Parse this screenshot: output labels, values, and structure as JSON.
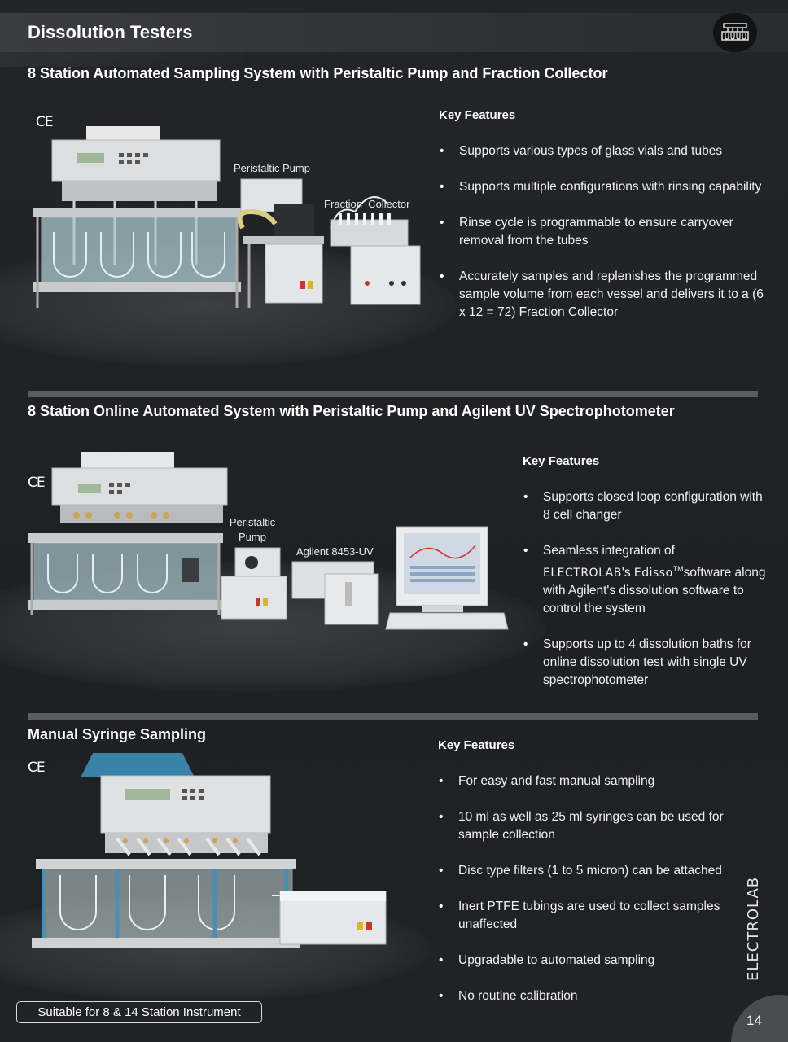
{
  "header": {
    "title": "Dissolution Testers",
    "logo_icon": "dissolution-bath-icon"
  },
  "sections": [
    {
      "title": "8 Station Automated Sampling System with Peristaltic Pump and Fraction  Collector",
      "ce_mark": "CE",
      "labels": {
        "pump": "Peristaltic Pump",
        "collector": "Fraction  Collector"
      },
      "key_features_title": "Key Features",
      "features": [
        "Supports various types of glass vials and tubes",
        "Supports multiple configurations with rinsing capability",
        "Rinse cycle is programmable to ensure carryover removal from the tubes",
        "Accurately samples and replenishes the programmed sample volume from each vessel and delivers it to a (6 x 12 = 72) Fraction  Collector"
      ]
    },
    {
      "title": "8 Station Online Automated System with Peristaltic Pump and Agilent UV Spectrophotometer",
      "ce_mark": "CE",
      "labels": {
        "pump": "Peristaltic Pump",
        "uv": "Agilent 8453-UV"
      },
      "key_features_title": "Key Features",
      "features": [
        "Supports closed loop configuration with 8 cell changer",
        "Supports up to 4 dissolution baths for online dissolution test with single UV spectrophotometer"
      ],
      "feature_integration": {
        "prefix": "Seamless integration of",
        "brand": "ELECTROLAB",
        "middle": "'s ",
        "product": "Edisso",
        "tm": "TM",
        "suffix": "software along with Agilent's dissolution software to control the system"
      }
    },
    {
      "title": "Manual Syringe Sampling",
      "ce_mark": "CE",
      "key_features_title": "Key Features",
      "features": [
        "For easy and fast manual sampling",
        "10 ml as well as 25 ml syringes can be used for sample collection",
        "Disc type filters (1 to 5 micron) can be attached",
        "Inert PTFE tubings are used to collect samples unaffected",
        "Upgradable to automated sampling",
        "No routine calibration"
      ],
      "badge": "Suitable for 8 & 14 Station Instrument"
    }
  ],
  "footer": {
    "page_number": "14",
    "brand": "ELECTROLAB"
  }
}
